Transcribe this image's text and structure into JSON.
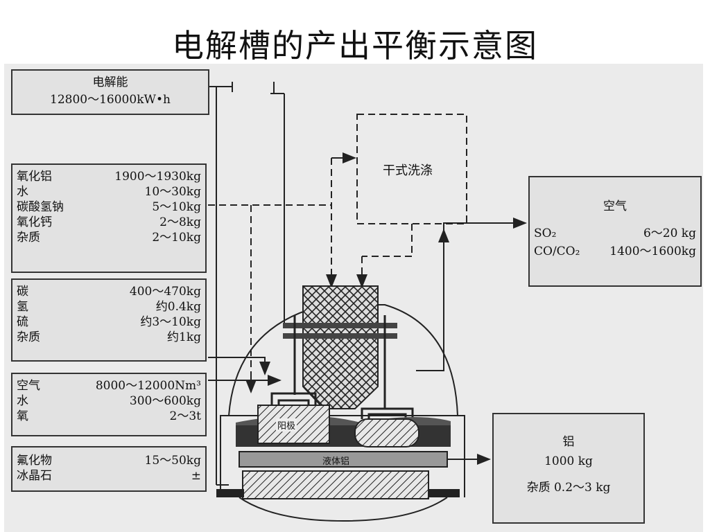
{
  "title": "电解槽的产出平衡示意图",
  "inputs": {
    "energy": {
      "name": "电解能",
      "value": "12800～16000kW•h"
    },
    "materials": [
      {
        "name": "氧化铝",
        "value": "1900～1930kg"
      },
      {
        "name": "水",
        "value": "10～30kg"
      },
      {
        "name": "碳酸氢钠",
        "value": "5～10kg"
      },
      {
        "name": "氧化钙",
        "value": "2～8kg"
      },
      {
        "name": "杂质",
        "value": "2～10kg"
      }
    ],
    "anode": [
      {
        "name": "碳",
        "value": "400～470kg"
      },
      {
        "name": "氢",
        "value": "约0.4kg"
      },
      {
        "name": "硫",
        "value": "约3～10kg"
      },
      {
        "name": "杂质",
        "value": "约1kg"
      }
    ],
    "air": [
      {
        "name": "空气",
        "value": "8000～12000Nm³"
      },
      {
        "name": "水",
        "value": "300～600kg"
      },
      {
        "name": "氧",
        "value": "2～3t"
      }
    ],
    "bath": [
      {
        "name": "氟化物",
        "value": "15～50kg"
      },
      {
        "name": "冰晶石",
        "value": "±"
      }
    ]
  },
  "scrubber": {
    "label": "干式洗涤"
  },
  "emissions": {
    "name": "空气",
    "rows": [
      {
        "name": "SO₂",
        "value": "6～20 kg"
      },
      {
        "name": "CO/CO₂",
        "value": "1400～1600kg"
      }
    ]
  },
  "cell": {
    "anode_label": "阳极",
    "liquid_label": "液体铝"
  },
  "product": {
    "name": "铝",
    "amount": "1000 kg",
    "impurity": "杂质 0.2～3 kg"
  }
}
